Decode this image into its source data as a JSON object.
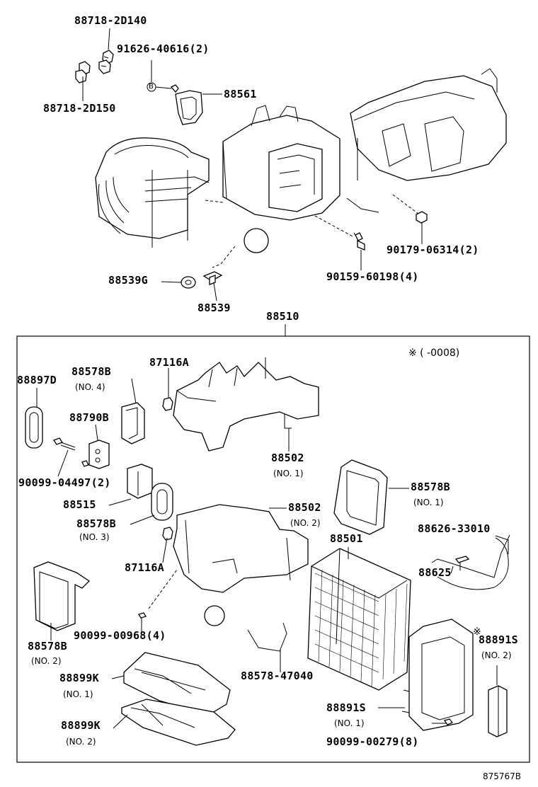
{
  "diagram": {
    "assembly_label": "88510",
    "note": "※ (      -0008)",
    "figure_id": "875767B",
    "upper_labels": {
      "p_88718_2d140": "88718-2D140",
      "p_91626_40616": "91626-40616(2)",
      "p_88718_2d150": "88718-2D150",
      "p_88561": "88561",
      "p_90179_06314": "90179-06314(2)",
      "p_90159_60198": "90159-60198(4)",
      "p_88539g": "88539G",
      "p_88539": "88539",
      "circle_b": "B"
    },
    "box_labels": {
      "p_88897d": "88897D",
      "p_88578b_4": "88578B",
      "p_88578b_4_sub": "(NO. 4)",
      "p_87116a_top": "87116A",
      "p_88790b": "88790B",
      "p_90099_04497": "90099-04497(2)",
      "p_88502_1": "88502",
      "p_88502_1_sub": "(NO. 1)",
      "p_88578b_1": "88578B",
      "p_88578b_1_sub": "(NO. 1)",
      "p_88515": "88515",
      "p_88502_2": "88502",
      "p_88502_2_sub": "(NO. 2)",
      "p_88578b_3": "88578B",
      "p_88578b_3_sub": "(NO. 3)",
      "p_88626_33010": "88626-33010",
      "p_88501": "88501",
      "p_87116a_mid": "87116A",
      "p_88625": "88625",
      "p_88578b_2": "88578B",
      "p_88578b_2_sub": "(NO. 2)",
      "p_90099_00968": "90099-00968(4)",
      "p_88891s_2": "88891S",
      "p_88891s_2_mark": "※",
      "p_88891s_2_sub": "(NO. 2)",
      "p_88899k_1": "88899K",
      "p_88899k_1_sub": "(NO. 1)",
      "p_88578_47040": "88578-47040",
      "p_88891s_1": "88891S",
      "p_88891s_1_sub": "(NO. 1)",
      "p_88899k_2": "88899K",
      "p_88899k_2_sub": "(NO. 2)",
      "p_90099_00279": "90099-00279(8)"
    }
  }
}
